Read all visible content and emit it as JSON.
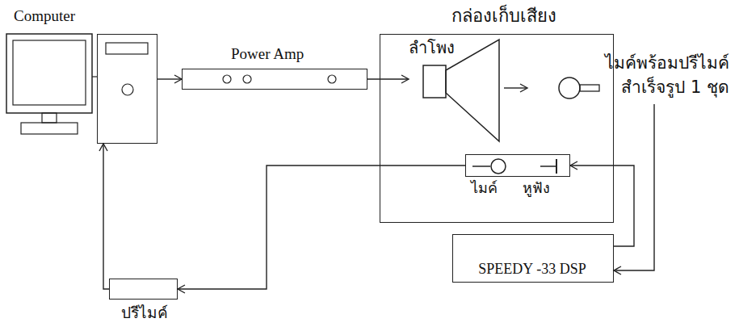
{
  "diagram": {
    "nodes": [
      {
        "text": [
          "Computer"
        ]
      },
      {
        "text": [
          "Power Amp"
        ]
      },
      {
        "text": [
          "กล่องเก็บเสียง"
        ]
      },
      {
        "text": [
          "ลำโพง"
        ],
        "in": 2
      },
      {
        "text": [
          "ไมค์พร้อมปรีไมค์ สำเร็จรูป 1 ชุด"
        ],
        "in": 2
      },
      {
        "text": [
          "ไมค์",
          "หูฟัง"
        ],
        "in": 2
      },
      {
        "text": [
          "SPEEDY -33 DSP"
        ]
      },
      {
        "text": [
          "ปรีไมค์"
        ]
      }
    ],
    "edges": [
      {
        "from": 0,
        "to": 1,
        "arrow": "to"
      },
      {
        "from": 1,
        "to": 3,
        "arrow": "to"
      },
      {
        "from": 3,
        "to": 4,
        "arrow": "to"
      },
      {
        "from": 4,
        "to": 6,
        "arrow": "to"
      },
      {
        "from": 6,
        "to": 5,
        "arrow": "to"
      },
      {
        "from": 5,
        "to": 7,
        "arrow": "to"
      },
      {
        "from": 7,
        "to": 0,
        "arrow": "to"
      }
    ]
  }
}
